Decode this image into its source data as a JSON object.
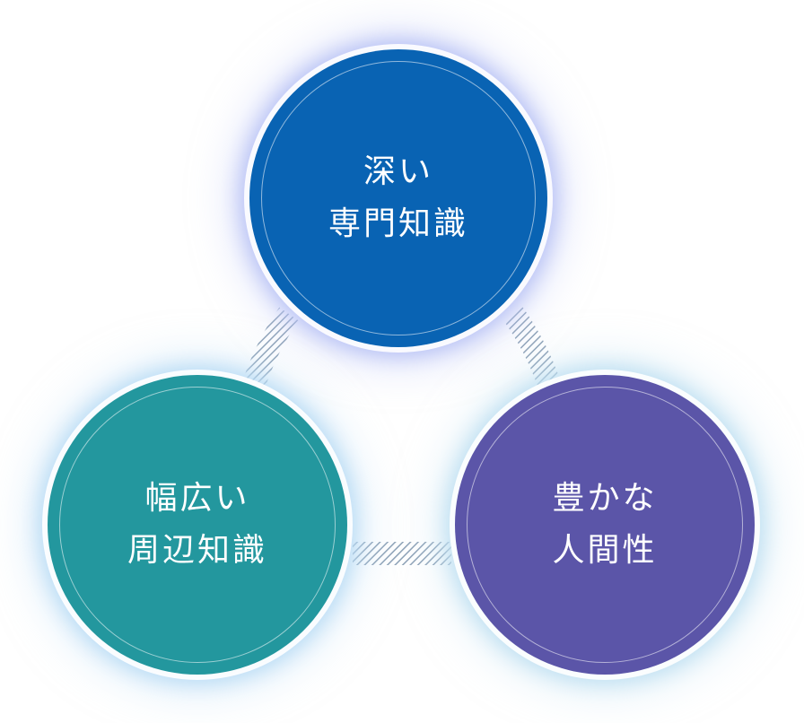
{
  "colors": {
    "top": "#0963b3",
    "left": "#23979e",
    "right": "#5b55a8",
    "connector": "#8fa3b8",
    "glow_top": "#b7c1f5",
    "glow_left": "#b9dcf5",
    "glow_right": "#bfe0f2"
  },
  "nodes": {
    "top": {
      "line1": "深い",
      "line2": "専門知識"
    },
    "left": {
      "line1": "幅広い",
      "line2": "周辺知識"
    },
    "right": {
      "line1": "豊かな",
      "line2": "人間性"
    }
  }
}
